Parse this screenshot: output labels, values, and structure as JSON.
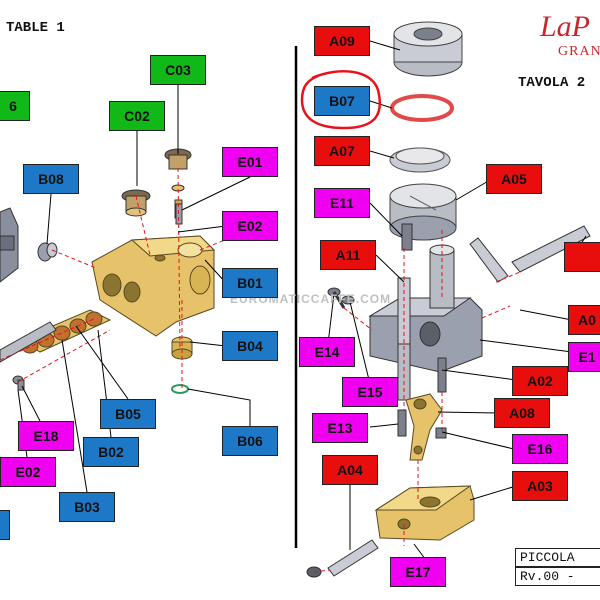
{
  "tables": {
    "left_title": "TABLE 1",
    "right_title": "TAVOLA 2"
  },
  "brand": {
    "name": "LaP",
    "sub": "GRAN",
    "color": "#c8262b"
  },
  "watermark": "EUROMATICCAFFE.COM",
  "title_block": {
    "line1": "PICCOLA",
    "line2": "Rv.00 -"
  },
  "colors": {
    "blue": "#1e78c8",
    "green": "#10b818",
    "red": "#e80e0e",
    "magenta": "#f000f0",
    "highlight": "#e8121a",
    "part": "#e6c36a"
  },
  "labels": {
    "c03": "C03",
    "c02": "C02",
    "e01": "E01",
    "e02_top": "E02",
    "b01": "B01",
    "b08": "B08",
    "b04": "B04",
    "b05": "B05",
    "b02": "B02",
    "b06": "B06",
    "b03": "B03",
    "e18": "E18",
    "e02_low": "E02",
    "left_edge_6": "6",
    "a09": "A09",
    "b07": "B07",
    "a07": "A07",
    "a05": "A05",
    "e11": "E11",
    "a11": "A11",
    "a0_right": "A0",
    "e1_right": "E1",
    "e14": "E14",
    "e15": "E15",
    "a02": "A02",
    "a08": "A08",
    "e13": "E13",
    "e16": "E16",
    "a04": "A04",
    "a03": "A03",
    "e17": "E17"
  }
}
